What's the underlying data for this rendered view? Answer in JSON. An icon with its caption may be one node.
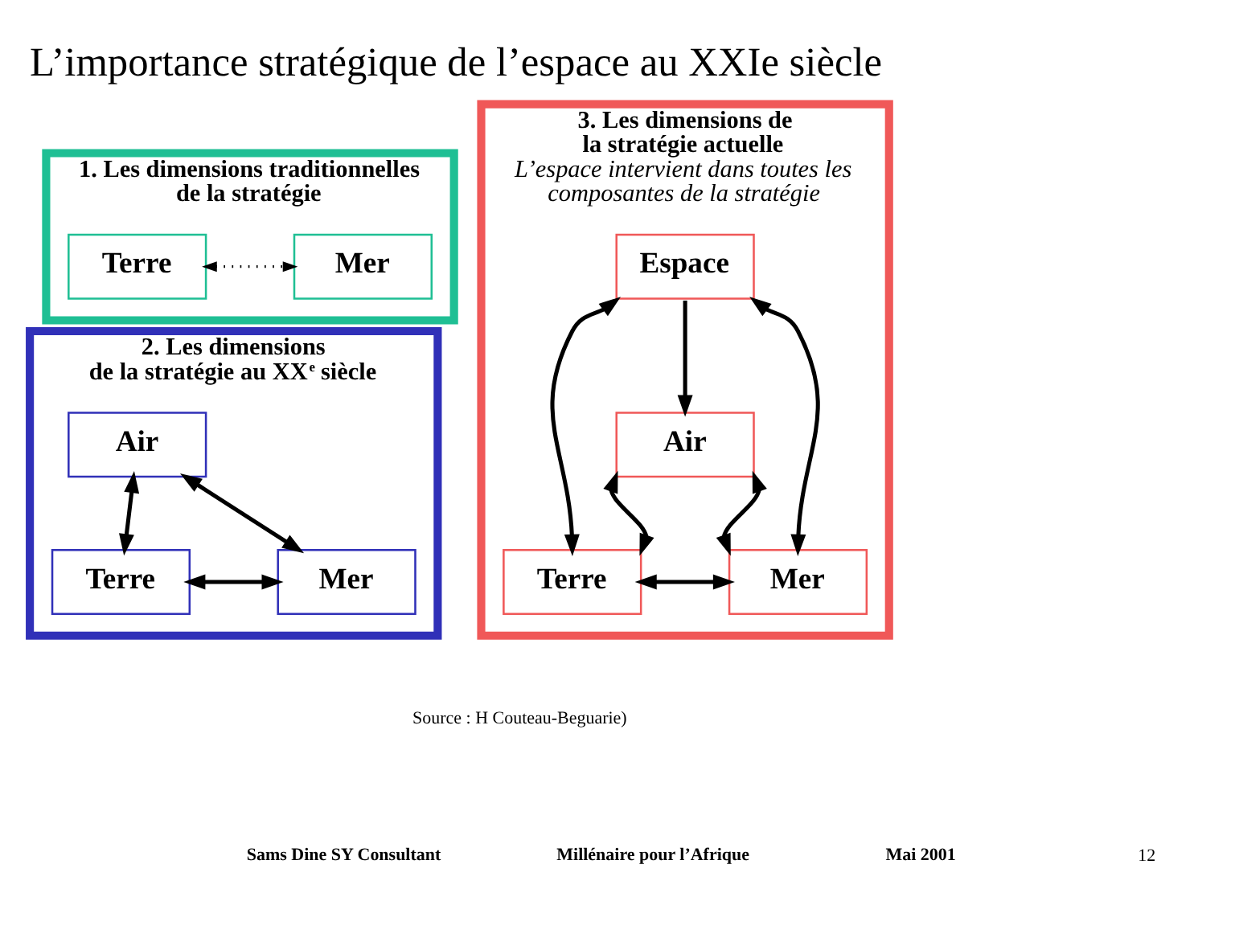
{
  "diagram": {
    "title": "L’importance stratégique de l’espace au XXIe siècle",
    "nodes": [
      {
        "text": [
          "1. Les dimensions traditionnelles de la stratégie"
        ]
      },
      {
        "text": [
          "Terre"
        ],
        "in": 0
      },
      {
        "text": [
          "Mer"
        ],
        "in": 0
      },
      {
        "text": [
          "2. Les dimensions de la stratégie au XX$^{e}$ siècle"
        ]
      },
      {
        "text": [
          "Air"
        ],
        "in": 3
      },
      {
        "text": [
          "Terre"
        ],
        "in": 3
      },
      {
        "text": [
          "Mer"
        ],
        "in": 3
      },
      {
        "text": [
          "3. Les dimensions de la stratégie actuelle",
          "L’espace intervient dans toutes les composantes de la stratégie"
        ]
      },
      {
        "text": [
          "Espace"
        ],
        "in": 7
      },
      {
        "text": [
          "Air"
        ],
        "in": 7
      },
      {
        "text": [
          "Terre"
        ],
        "in": 7
      },
      {
        "text": [
          "Mer"
        ],
        "in": 7
      }
    ],
    "edges": [
      {
        "from": 1,
        "to": 2,
        "arrow": "both",
        "style": "dashed"
      },
      {
        "from": 4,
        "to": 5,
        "arrow": "both"
      },
      {
        "from": 4,
        "to": 6,
        "arrow": "both"
      },
      {
        "from": 5,
        "to": 6,
        "arrow": "both"
      },
      {
        "from": 8,
        "to": 9,
        "arrow": "to"
      },
      {
        "from": 8,
        "to": 10,
        "arrow": "both"
      },
      {
        "from": 8,
        "to": 11,
        "arrow": "both"
      },
      {
        "from": 9,
        "to": 10,
        "arrow": "both"
      },
      {
        "from": 9,
        "to": 11,
        "arrow": "both"
      },
      {
        "from": 10,
        "to": 11,
        "arrow": "both"
      }
    ],
    "labels": [
      "Source : H Couteau-Beguarie)",
      "Sams Dine SY Consultant",
      "Millénaire pour l’Afrique",
      "Mai 2001",
      "12"
    ]
  }
}
